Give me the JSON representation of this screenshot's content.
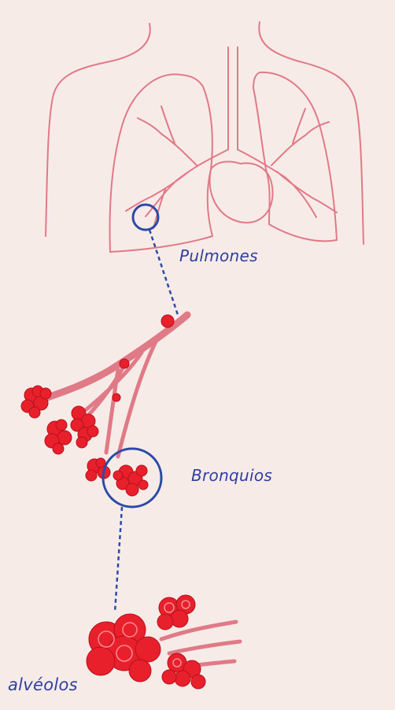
{
  "labels": {
    "lungs": "Pulmones",
    "bronchi": "Bronquios",
    "alveoli": "alvéolos"
  },
  "colors": {
    "background": "#f7ebe8",
    "organ_line": "#e07a86",
    "tissue_red": "#e8202c",
    "tissue_dark": "#b5121c",
    "highlight_circle": "#2b4aa8",
    "label_text": "#2e3ea0"
  },
  "icons": {
    "torso": "human-torso-outline",
    "zoom_marker": "magnifier-circle",
    "connector": "dashed-zoom-line"
  }
}
